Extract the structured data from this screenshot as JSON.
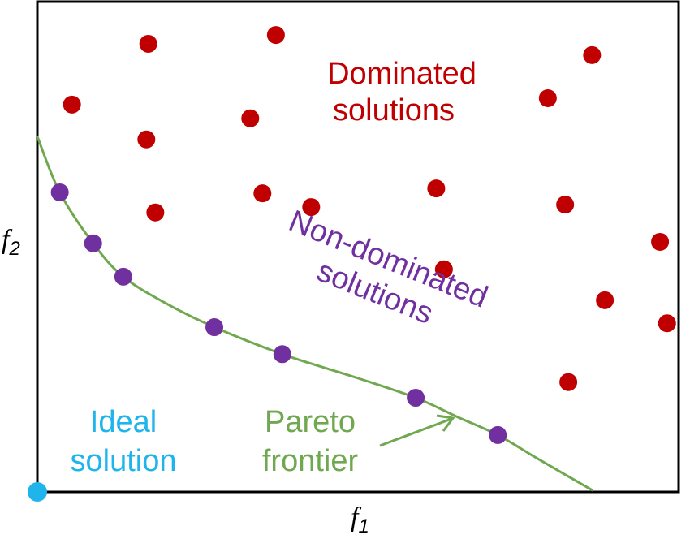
{
  "chart_data": {
    "type": "scatter",
    "title": "",
    "xlabel": "f",
    "xlabel_sub": "1",
    "ylabel": "f",
    "ylabel_sub": "2",
    "xlim": [
      0,
      100
    ],
    "ylim": [
      0,
      100
    ],
    "grid": false,
    "colors": {
      "dominated": "#c00000",
      "non_dominated": "#7030a0",
      "frontier": "#70a850",
      "ideal": "#1fb4ec"
    },
    "series": [
      {
        "name": "Dominated solutions",
        "label_lines": [
          "Dominated",
          "solutions"
        ],
        "points": [
          [
            17.3,
            91.4
          ],
          [
            37.2,
            93.2
          ],
          [
            86.5,
            89.1
          ],
          [
            5.4,
            79.0
          ],
          [
            33.2,
            76.2
          ],
          [
            79.6,
            80.3
          ],
          [
            17.0,
            71.9
          ],
          [
            35.1,
            60.9
          ],
          [
            42.7,
            58.1
          ],
          [
            62.2,
            61.9
          ],
          [
            82.3,
            58.6
          ],
          [
            18.4,
            57.0
          ],
          [
            97.1,
            51.0
          ],
          [
            63.4,
            45.4
          ],
          [
            88.5,
            39.1
          ],
          [
            98.2,
            34.4
          ],
          [
            82.8,
            22.4
          ]
        ]
      },
      {
        "name": "Non-dominated solutions",
        "label_lines": [
          "Non-dominated",
          "solutions"
        ],
        "points": [
          [
            3.5,
            61.1
          ],
          [
            8.7,
            50.7
          ],
          [
            13.4,
            43.9
          ],
          [
            27.6,
            33.6
          ],
          [
            38.2,
            28.1
          ],
          [
            59.0,
            19.2
          ],
          [
            71.8,
            11.6
          ]
        ]
      },
      {
        "name": "Pareto frontier",
        "label_lines": [
          "Pareto",
          "frontier"
        ],
        "curve": [
          [
            0,
            72.5
          ],
          [
            3.5,
            61.1
          ],
          [
            8.7,
            50.7
          ],
          [
            13.4,
            43.9
          ],
          [
            20,
            38.5
          ],
          [
            27.6,
            33.6
          ],
          [
            38.2,
            28.1
          ],
          [
            50,
            23.2
          ],
          [
            59.0,
            19.2
          ],
          [
            65.5,
            15.3
          ],
          [
            71.8,
            11.6
          ],
          [
            78,
            6.8
          ],
          [
            86.6,
            0.3
          ]
        ]
      },
      {
        "name": "Ideal solution",
        "label_lines": [
          "Ideal",
          "solution"
        ],
        "points": [
          [
            0,
            0
          ]
        ]
      }
    ]
  }
}
